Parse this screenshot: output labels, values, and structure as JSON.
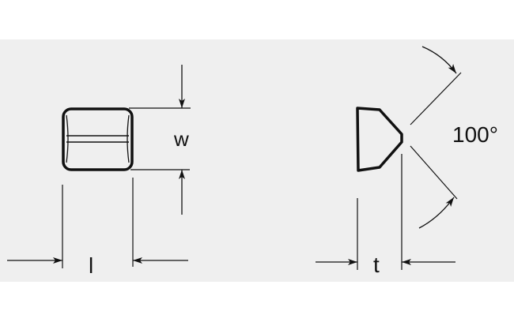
{
  "labels": {
    "width": "w",
    "length": "l",
    "thickness": "t",
    "angle": "100°"
  },
  "colors": {
    "background": "#efefef",
    "line": "#111111"
  }
}
